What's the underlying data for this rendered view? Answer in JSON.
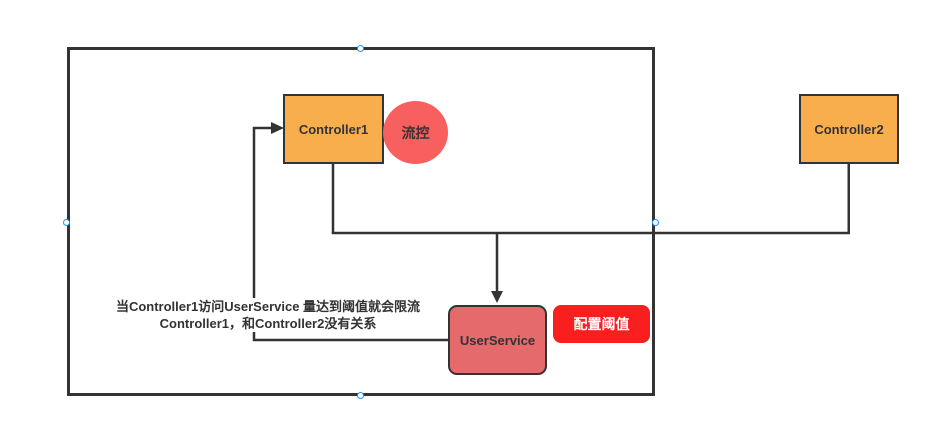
{
  "diagram": {
    "type": "flow-diagram",
    "nodes": {
      "controller1": {
        "label": "Controller1",
        "fill": "#f9ae4e",
        "shape": "rectangle"
      },
      "controller2": {
        "label": "Controller2",
        "fill": "#f9ae4e",
        "shape": "rectangle"
      },
      "user_service": {
        "label": "UserService",
        "fill": "#e56a6c",
        "shape": "rounded-rectangle"
      },
      "flow_control_badge": {
        "label": "流控",
        "fill": "#f7605e",
        "shape": "circle"
      },
      "threshold_badge": {
        "label": "配置阈值",
        "fill": "#fa1f1f",
        "text_color": "#ffffff",
        "shape": "rounded-rectangle"
      }
    },
    "annotation": {
      "line1": "当Controller1访问UserService 量达到阈值就会限流",
      "line2": "Controller1，和Controller2没有关系"
    },
    "edges": [
      {
        "from": "user_service",
        "to": "controller1",
        "style": "elbow",
        "arrow": "target"
      },
      {
        "from": "controller1",
        "to": "user_service",
        "style": "elbow",
        "arrow": "target"
      },
      {
        "from": "controller2",
        "to": "user_service",
        "style": "elbow",
        "arrow": "none"
      }
    ],
    "selection": {
      "selected_element": "container-rectangle",
      "handle_count": 4
    },
    "colors": {
      "stroke": "#333333",
      "background": "#ffffff",
      "handle_border": "#2196f3",
      "handle_fill": "#ffffff"
    }
  }
}
